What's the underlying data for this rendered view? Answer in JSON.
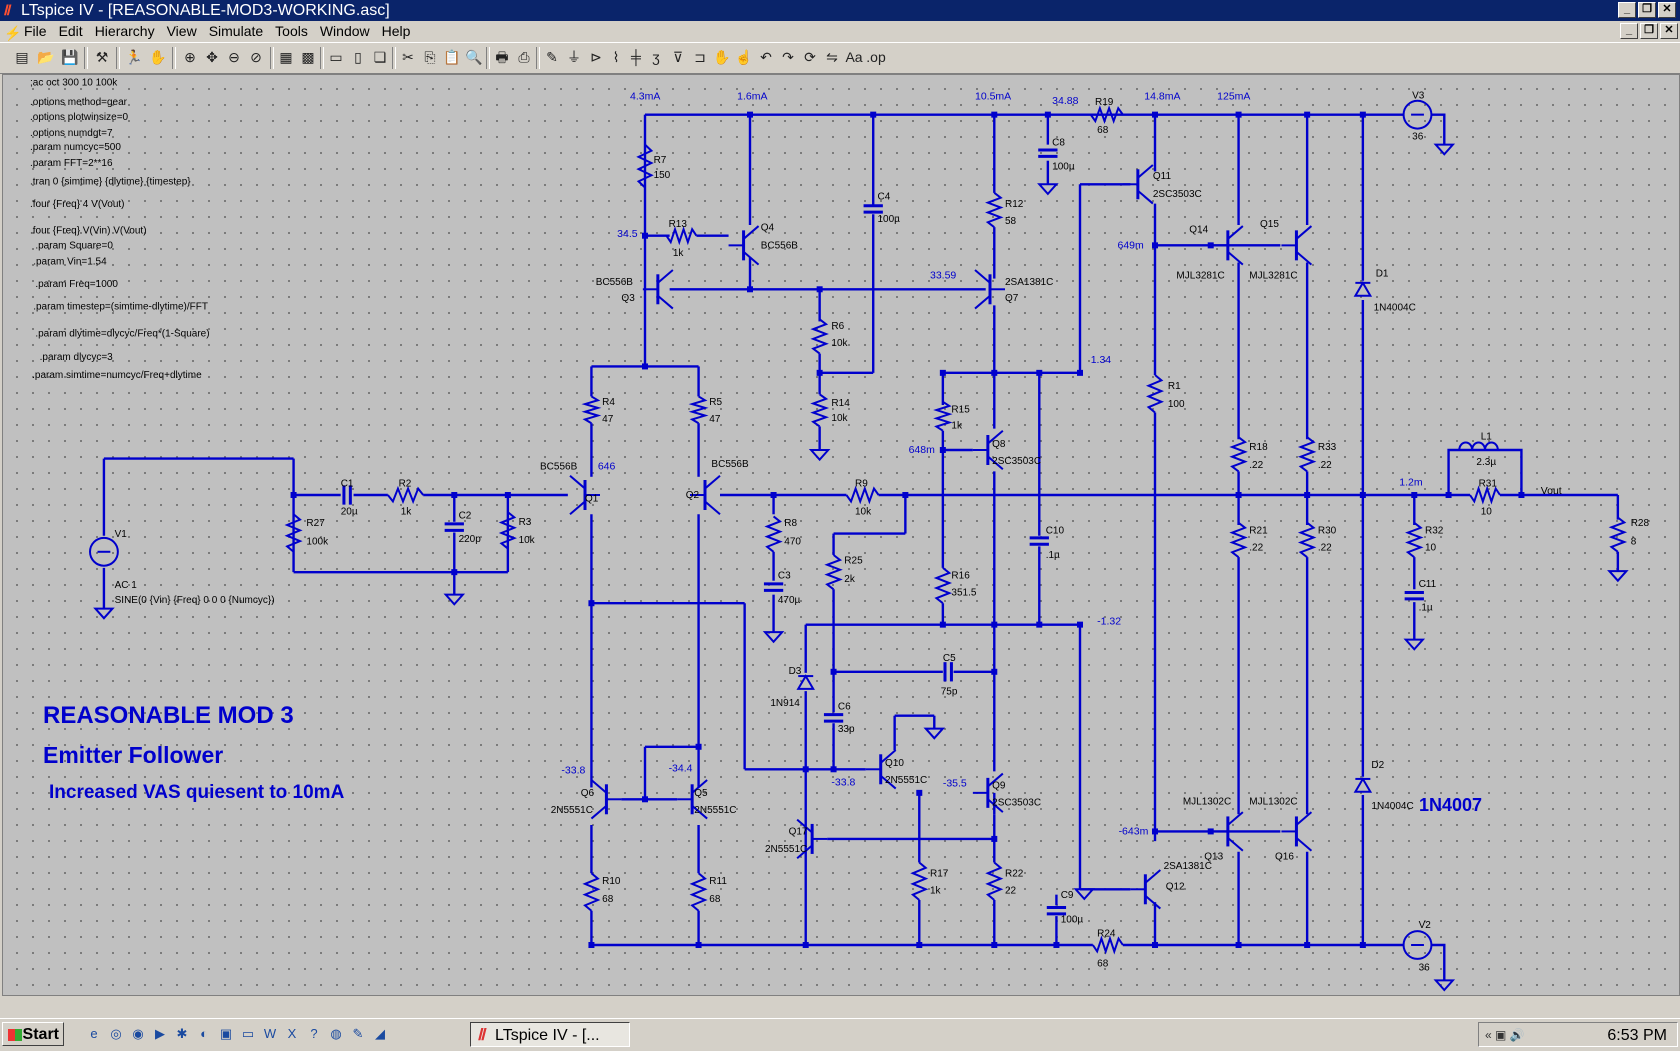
{
  "window": {
    "title": "LTspice IV - [REASONABLE-MOD3-WORKING.asc]"
  },
  "menu": [
    "File",
    "Edit",
    "Hierarchy",
    "View",
    "Simulate",
    "Tools",
    "Window",
    "Help"
  ],
  "directives": [
    ";ac oct 300 10 100k",
    ".options method=gear",
    ".options plotwinsize=0",
    ".options numdgt=7",
    ".param numcyc=500",
    ".param FFT=2**16",
    ".tran 0 {simtime} {dlytime} {timestep}",
    ".four {Freq} 4 V(Vout)",
    ".four {Freq} V(Vin) V(Vout)",
    ".param Square=0",
    ".param Vin=1.54",
    ".param Freq=1000",
    ".param timestep=(simtime-dlytime)/FFT",
    ".param dlytime=dlycyc/Freq*(1-Square)",
    ".param dlycyc=3",
    ".param simtime=numcyc/Freq+dlytime"
  ],
  "headings": {
    "title": "REASONABLE MOD 3",
    "subtitle": "Emitter Follower",
    "note": "Increased VAS quiesent to 10mA",
    "diode_note": "1N4007"
  },
  "netlabels": [
    {
      "t": "4.3mA",
      "c": "blue"
    },
    {
      "t": "1.6mA",
      "c": "blue"
    },
    {
      "t": "10.5mA",
      "c": "blue"
    },
    {
      "t": "34.88",
      "c": "blue"
    },
    {
      "t": "14.8mA",
      "c": "blue"
    },
    {
      "t": "125mA",
      "c": "blue"
    },
    {
      "t": "34.5",
      "c": "blue"
    },
    {
      "t": "33.59",
      "c": "blue"
    },
    {
      "t": "649m",
      "c": "blue"
    },
    {
      "t": "1.34",
      "c": "blue"
    },
    {
      "t": "646",
      "c": "blue"
    },
    {
      "t": "648m",
      "c": "blue"
    },
    {
      "t": "1.2m",
      "c": "blue"
    },
    {
      "t": "Vout",
      "c": "black"
    },
    {
      "t": "-1.32",
      "c": "blue"
    },
    {
      "t": "-33.8",
      "c": "blue"
    },
    {
      "t": "-34.4",
      "c": "blue"
    },
    {
      "t": "-33.8",
      "c": "blue"
    },
    {
      "t": "-35.5",
      "c": "blue"
    },
    {
      "t": "-643m",
      "c": "blue"
    }
  ],
  "components": [
    [
      "R7",
      "150"
    ],
    [
      "R13",
      "1k"
    ],
    [
      "Q4",
      "BC556B"
    ],
    [
      "C4",
      "100µ"
    ],
    [
      "R12",
      "58"
    ],
    [
      "C8",
      "100µ"
    ],
    [
      "R19",
      "68"
    ],
    [
      "Q11",
      "2SC3503C"
    ],
    [
      "Q14",
      "MJL3281C"
    ],
    [
      "Q15",
      "MJL3281C"
    ],
    [
      "V3",
      "36"
    ],
    [
      "Q3",
      "BC556B"
    ],
    [
      "Q7",
      "2SA1381C"
    ],
    [
      "R6",
      "10k"
    ],
    [
      "R14",
      "10k"
    ],
    [
      "R1",
      "100"
    ],
    [
      "D1",
      "1N4004C"
    ],
    [
      "R4",
      "47"
    ],
    [
      "R5",
      "47"
    ],
    [
      "R15",
      "1k"
    ],
    [
      "Q8",
      "2SC3503C"
    ],
    [
      "R18",
      ".22"
    ],
    [
      "R33",
      ".22"
    ],
    [
      "L1",
      "2.3µ"
    ],
    [
      "Q1",
      "BC556B"
    ],
    [
      "Q2",
      "BC556B"
    ],
    [
      "C1",
      "20µ"
    ],
    [
      "R2",
      "1k"
    ],
    [
      "C2",
      "220p"
    ],
    [
      "R3",
      "10k"
    ],
    [
      "R27",
      "100k"
    ],
    [
      "R9",
      "10k"
    ],
    [
      "R8",
      "470"
    ],
    [
      "C10",
      ".1µ"
    ],
    [
      "R21",
      ".22"
    ],
    [
      "R30",
      ".22"
    ],
    [
      "R31",
      "10"
    ],
    [
      "R32",
      "10"
    ],
    [
      "R28",
      "8"
    ],
    [
      "V1",
      "AC 1"
    ],
    [
      "C3",
      "470µ"
    ],
    [
      "R25",
      "2k"
    ],
    [
      "R16",
      "351.5"
    ],
    [
      "C11",
      ".1µ"
    ],
    [
      "D3",
      "1N914"
    ],
    [
      "C5",
      "75p"
    ],
    [
      "C6",
      "33p"
    ],
    [
      "Q10",
      "2N5551C"
    ],
    [
      "Q9",
      "2SC3503C"
    ],
    [
      "Q6",
      "2N5551C"
    ],
    [
      "Q5",
      "2N5551C"
    ],
    [
      "Q17",
      "2N5551C"
    ],
    [
      "D2",
      "1N4004C"
    ],
    [
      "Q13",
      "MJL1302C"
    ],
    [
      "Q16",
      "MJL1302C"
    ],
    [
      "Q12",
      "2SA1381C"
    ],
    [
      "R10",
      "68"
    ],
    [
      "R11",
      "68"
    ],
    [
      "R17",
      "1k"
    ],
    [
      "R22",
      "22"
    ],
    [
      "C9",
      "100µ"
    ],
    [
      "R24",
      "68"
    ],
    [
      "V2",
      "36"
    ]
  ],
  "v1_source": "SINE(0 {Vin} {Freq} 0 0 0 {Numcyc})",
  "taskbar": {
    "start": "Start",
    "item": "LTspice IV - [...",
    "clock": "6:53 PM"
  },
  "colors": {
    "wire": "#0000cc",
    "text": "#000000",
    "netlabel": "#0000cc",
    "canvas": "#c0c0c0",
    "titlebar": "#0a246a"
  }
}
